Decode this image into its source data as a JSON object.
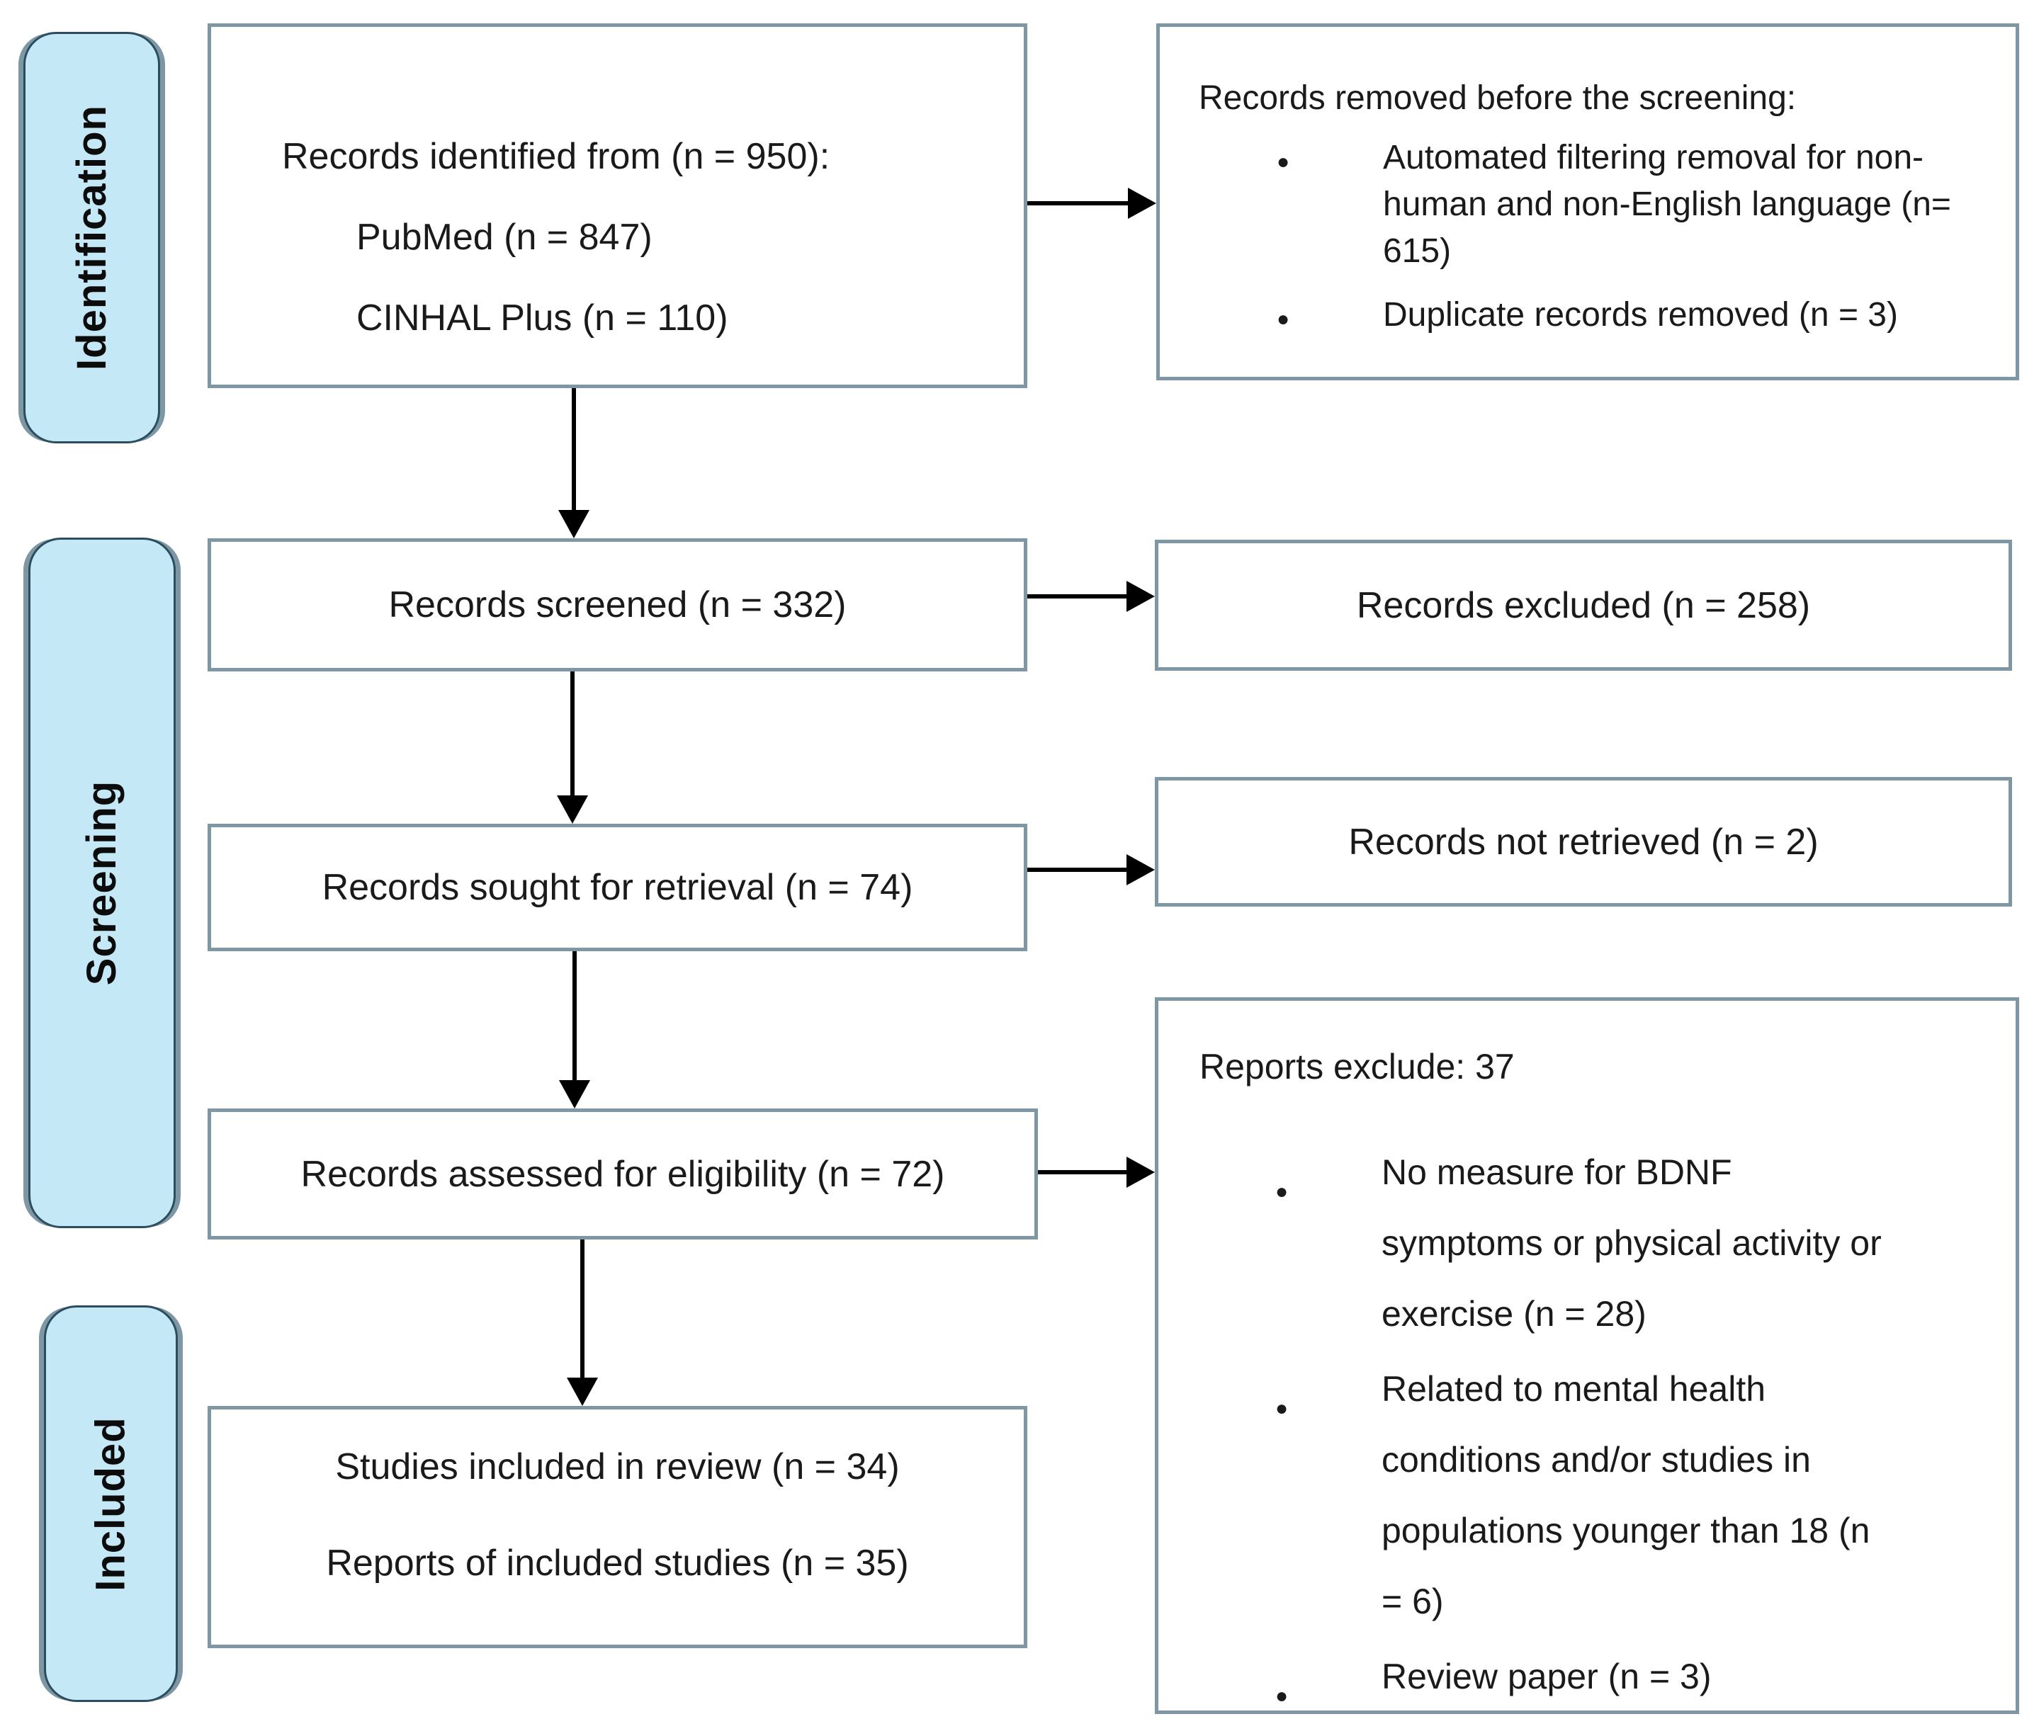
{
  "stages": {
    "identification": "Identification",
    "screening": "Screening",
    "included": "Included"
  },
  "boxes": {
    "identified": {
      "title": "Records identified from (n = 950):",
      "sources": [
        "PubMed (n = 847)",
        "CINHAL Plus (n = 110)"
      ]
    },
    "removed_before_screening": {
      "title": "Records removed before the screening:",
      "bullets": [
        "Automated filtering removal for non-human and non-English language (n= 615)",
        "Duplicate records removed (n = 3)"
      ]
    },
    "screened": {
      "label": "Records screened (n = 332)"
    },
    "excluded": {
      "label": "Records excluded (n = 258)"
    },
    "sought": {
      "label": "Records sought for retrieval (n = 74)"
    },
    "not_retrieved": {
      "label": "Records not retrieved (n = 2)"
    },
    "assessed": {
      "label": "Records assessed for eligibility (n = 72)"
    },
    "reports_excluded": {
      "title": "Reports exclude: 37",
      "bullets": [
        "No measure for BDNF symptoms or physical activity or exercise (n = 28)",
        "Related to mental health conditions and/or studies in populations younger than 18 (n = 6)",
        "Review paper (n = 3)"
      ]
    },
    "included_studies": {
      "lines": [
        "Studies included in review (n = 34)",
        "Reports of included studies (n = 35)"
      ]
    }
  },
  "colors": {
    "stage_label_bg": "#c5e8f6",
    "stage_label_border": "#2b4d5e",
    "box_border": "#7e97a4",
    "arrow": "#000000",
    "text": "#1a1a1a"
  }
}
